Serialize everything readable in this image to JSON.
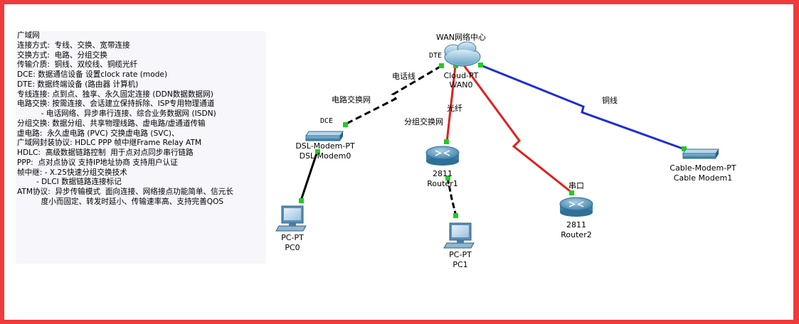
{
  "notes": {
    "lines": [
      "广域网",
      "连接方式:  专线、交换、宽带连接",
      "交换方式:  电路、分组交换",
      "传输介质:  铜线、双绞线、铜缆光纤",
      "DCE: 数据通信设备 设置clock rate (mode)",
      "DTE: 数据终端设备 (路由器 计算机)",
      "专线连接: 点到点、独享、永久固定连接 (DDN数据数据网)",
      "电路交换: 按需连接、会话建立保持拆除、ISP专用物理通道",
      "          - 电话网络、异步串行连接、综合业务数据网 (ISDN)",
      "分组交换: 数据分组、共享物理线路、虚电路/虚通道传输",
      "虚电路:  永久虚电路 (PVC) 交换虚电路 (SVC)、",
      "广域网封装协议: HDLC PPP 帧中继Frame Relay ATM",
      "HDLC:  高级数据链路控制  用于点对点同步串行链路",
      "PPP:  点对点协议 支持IP地址协商 支持用户认证",
      "帧中继: - X.25快速分组交换技术",
      "        - DLCI 数据链路连接标记",
      "ATM协议:  异步传输模式  面向连接、网络接点功能简单、信元长",
      "          度小而固定、转发时延小、传输速率高、支持完善QOS"
    ]
  },
  "devices": {
    "cloud": {
      "title": "WAN网络中心",
      "type": "Cloud-PT",
      "name": "WAN0",
      "port_tag": "DTE"
    },
    "dsl_modem": {
      "type": "DSL-Modem-PT",
      "name": "DSL Modem0",
      "port_tag": "DCE"
    },
    "router1": {
      "type": "2811",
      "name": "Router1"
    },
    "router2": {
      "type": "2811",
      "name": "Router2"
    },
    "cable_modem": {
      "type": "Cable-Modem-PT",
      "name": "Cable Modem1"
    },
    "pc0": {
      "type": "PC-PT",
      "name": "PC0"
    },
    "pc1": {
      "type": "PC-PT",
      "name": "PC1"
    }
  },
  "links": {
    "phone_line": "电话线",
    "circuit_switching": "电路交换网",
    "fiber": "光纤",
    "packet_switching": "分组交换网",
    "serial": "串口",
    "copper": "铜线"
  },
  "colors": {
    "frame": "#ef3b3b",
    "serial_link": "#e02020",
    "coax_link": "#1f2fd0",
    "copper_link": "#000000",
    "port_up": "#22cc22",
    "device_blue": "#3d7fa8"
  }
}
